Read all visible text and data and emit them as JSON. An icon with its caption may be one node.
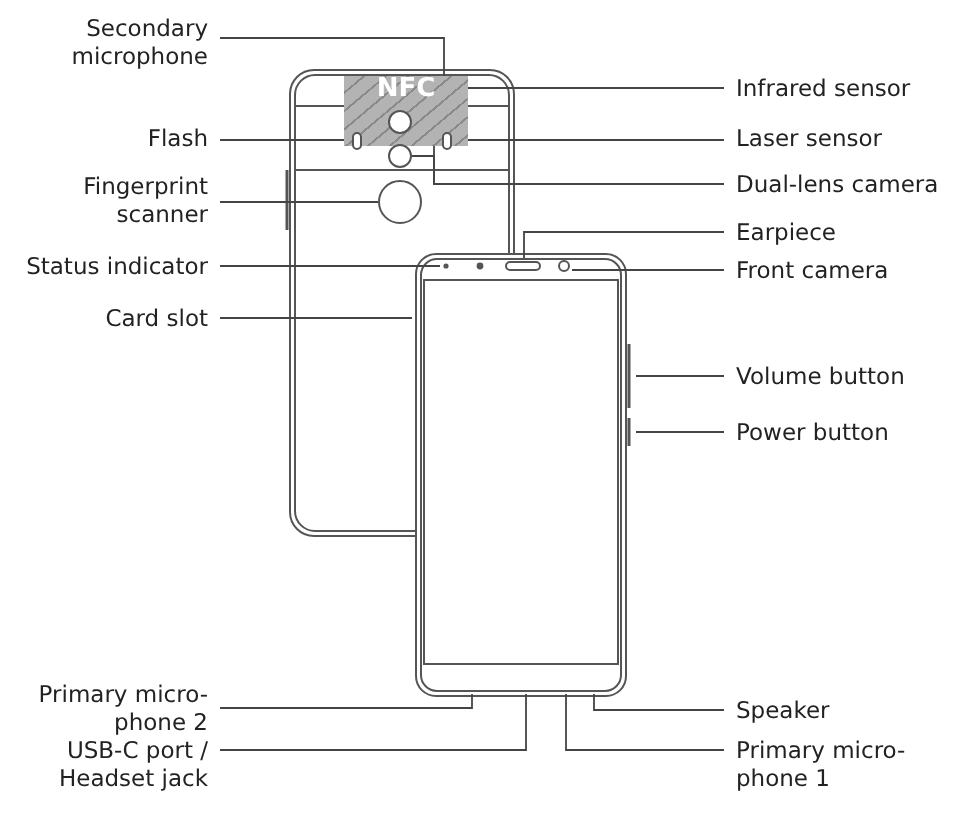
{
  "diagram": {
    "nodes": [
      {
        "text": [
          "Secondary microphone"
        ]
      },
      {
        "text": [
          "Infrared sensor"
        ]
      },
      {
        "text": [
          "Flash"
        ]
      },
      {
        "text": [
          "Laser sensor"
        ]
      },
      {
        "text": [
          "Fingerprint scanner"
        ]
      },
      {
        "text": [
          "Dual-lens camera"
        ]
      },
      {
        "text": [
          "Earpiece"
        ]
      },
      {
        "text": [
          "Status indicator"
        ]
      },
      {
        "text": [
          "Front camera"
        ]
      },
      {
        "text": [
          "Card slot"
        ]
      },
      {
        "text": [
          "Volume button"
        ]
      },
      {
        "text": [
          "Power button"
        ]
      },
      {
        "text": [
          "Primary micro- phone 2"
        ]
      },
      {
        "text": [
          "Speaker"
        ]
      },
      {
        "text": [
          "USB-C port / Headset jack"
        ]
      },
      {
        "text": [
          "Primary micro- phone 1"
        ]
      },
      {
        "text": [
          "NFC"
        ]
      },
      {
        "text": [],
        "shape": "bar"
      },
      {
        "text": [],
        "shape": "bar"
      },
      {
        "text": [],
        "shape": "circle",
        "in": 16
      },
      {
        "text": [],
        "shape": "circle"
      },
      {
        "text": [],
        "shape": "circle"
      }
    ],
    "edges": [
      {
        "from": 0,
        "to": 16,
        "arrow": "none"
      },
      {
        "from": 1,
        "to": 16,
        "arrow": "none"
      },
      {
        "from": 2,
        "to": 17,
        "arrow": "none"
      },
      {
        "from": 3,
        "to": 18,
        "arrow": "none"
      },
      {
        "from": 4,
        "to": 21,
        "arrow": "none"
      },
      {
        "from": 5,
        "to": 19,
        "arrow": "none"
      },
      {
        "from": 5,
        "to": 20,
        "arrow": "none"
      },
      {
        "from": 6,
        "to": null,
        "arrow": "none"
      },
      {
        "from": 7,
        "to": null,
        "arrow": "none"
      },
      {
        "from": 8,
        "to": null,
        "arrow": "none"
      },
      {
        "from": 9,
        "to": null,
        "arrow": "none"
      },
      {
        "from": 10,
        "to": null,
        "arrow": "none"
      },
      {
        "from": 11,
        "to": null,
        "arrow": "none"
      },
      {
        "from": 12,
        "to": null,
        "arrow": "none"
      },
      {
        "from": 13,
        "to": null,
        "arrow": "none"
      },
      {
        "from": 14,
        "to": null,
        "arrow": "none"
      },
      {
        "from": 15,
        "to": null,
        "arrow": "none"
      }
    ]
  }
}
